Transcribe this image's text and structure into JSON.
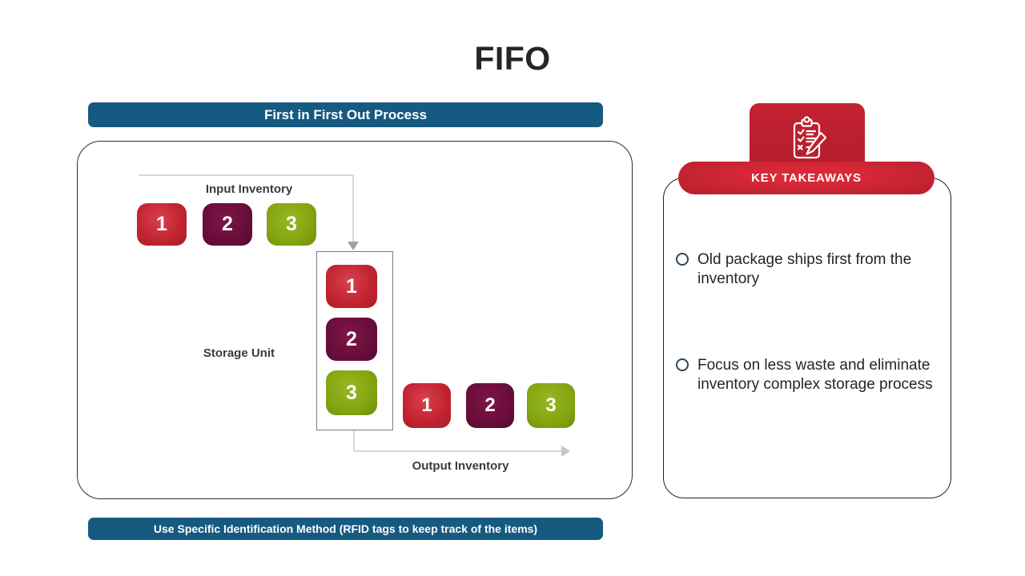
{
  "title": "FIFO",
  "top_banner": {
    "label": "First in First Out Process"
  },
  "bottom_banner": {
    "label": "Use Specific Identification Method (RFID tags to keep track of the items)"
  },
  "diagram": {
    "input_label": "Input Inventory",
    "storage_label": "Storage Unit",
    "output_label": "Output Inventory",
    "input_items": [
      "1",
      "2",
      "3"
    ],
    "storage_items": [
      "1",
      "2",
      "3"
    ],
    "output_items": [
      "1",
      "2",
      "3"
    ]
  },
  "takeaways": {
    "header": "KEY TAKEAWAYS",
    "icon": "clipboard-checklist-icon",
    "bullets": [
      "Old package ships first from the inventory",
      "Focus on less waste and eliminate inventory complex storage process"
    ]
  },
  "colors": {
    "banner_blue": "#175a81",
    "item_red": "#c22230",
    "item_maroon": "#690d3a",
    "item_green": "#84a410",
    "accent_red": "#c52231",
    "connector_gray": "#d6d8da",
    "arrow_gray": "#9ca3a9",
    "storage_border": "#75808a"
  }
}
